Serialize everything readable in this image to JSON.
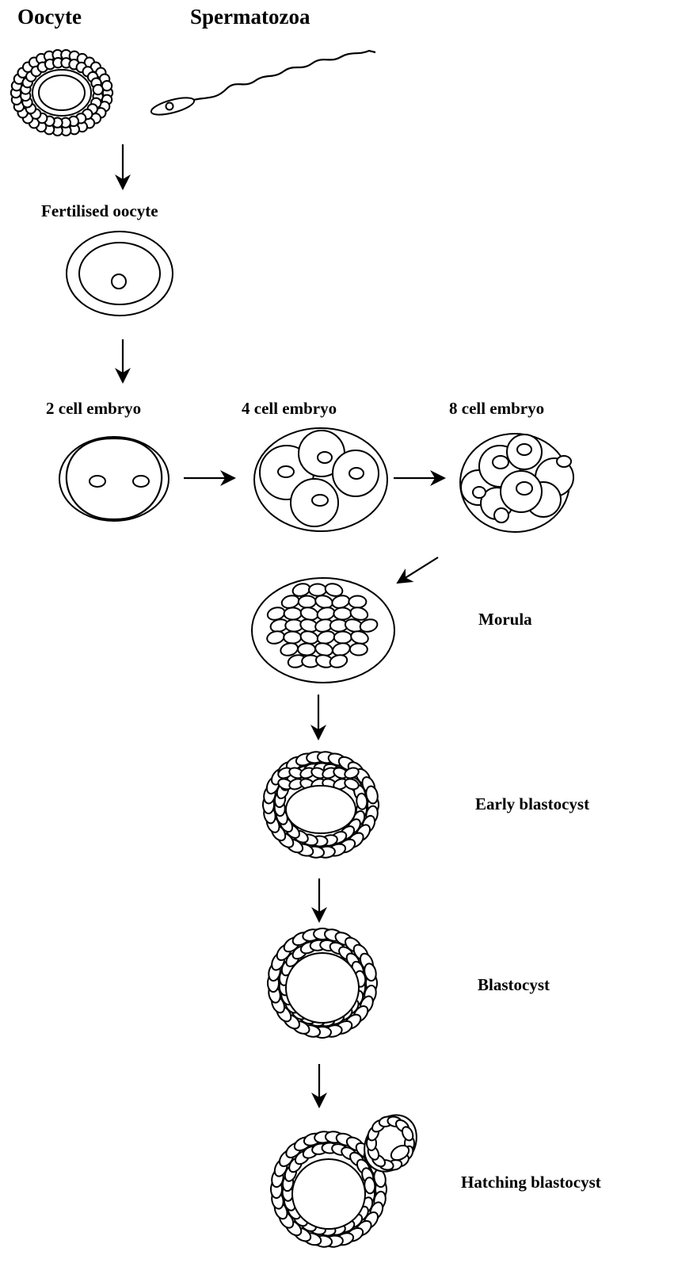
{
  "labels": {
    "oocyte": "Oocyte",
    "spermatozoa": "Spermatozoa",
    "fertilised_oocyte": "Fertilised oocyte",
    "two_cell": "2 cell embryo",
    "four_cell": "4 cell embryo",
    "eight_cell": "8 cell embryo",
    "morula": "Morula",
    "early_blastocyst": "Early blastocyst",
    "blastocyst": "Blastocyst",
    "hatching_blastocyst": "Hatching blastocyst"
  },
  "colors": {
    "line": "#000000",
    "background": "#ffffff"
  }
}
